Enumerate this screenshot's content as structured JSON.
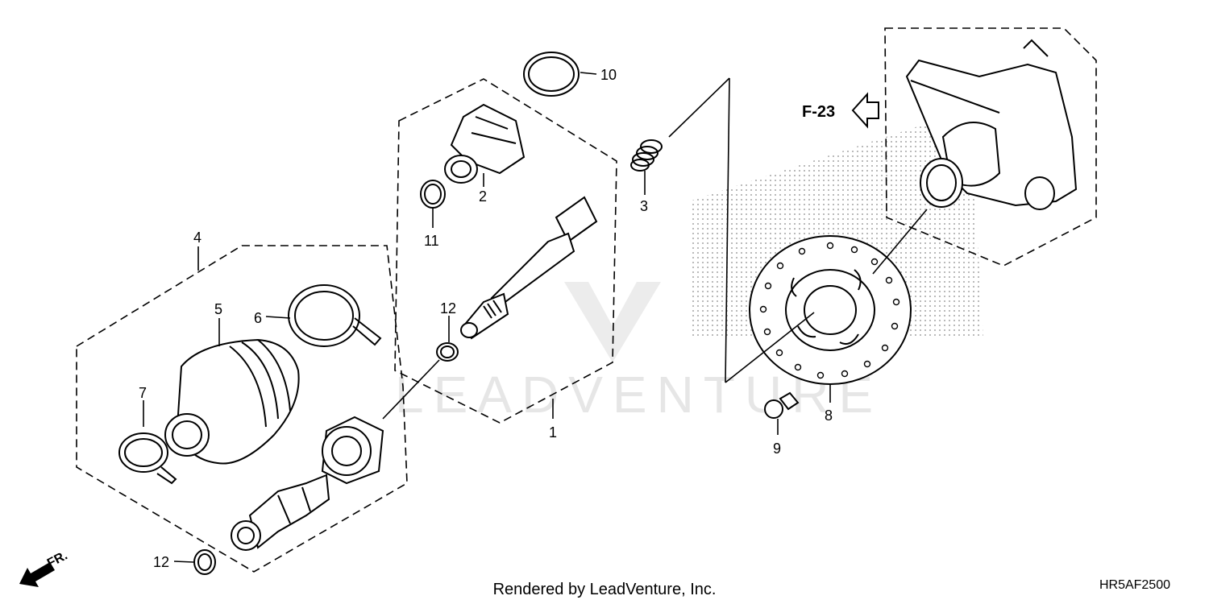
{
  "diagram": {
    "callouts": {
      "c1": "1",
      "c2": "2",
      "c3": "3",
      "c4": "4",
      "c5": "5",
      "c6": "6",
      "c7": "7",
      "c8": "8",
      "c9": "9",
      "c10": "10",
      "c11": "11",
      "c12a": "12",
      "c12b": "12"
    },
    "ref_label": "F-23",
    "front_label": "FR.",
    "watermark": "LEADVENTURE"
  },
  "footer": {
    "rendered_by": "Rendered by LeadVenture, Inc.",
    "diagram_code": "HR5AF2500"
  },
  "colors": {
    "ink": "#000000",
    "background": "#ffffff",
    "watermark": "#e6e6e6"
  }
}
